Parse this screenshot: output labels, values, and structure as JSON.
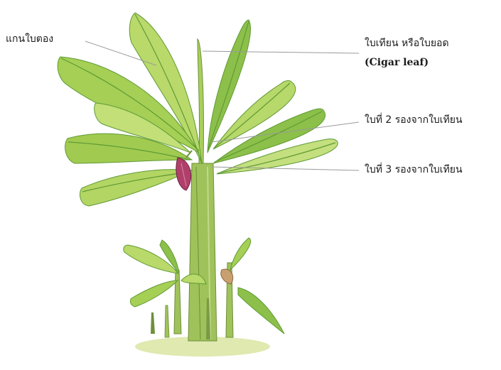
{
  "labels": {
    "midrib": "แกนใบตอง",
    "cigar_leaf_th": "ใบเทียน หรือใบยอด",
    "cigar_leaf_en": "(Cigar leaf)",
    "second_leaf": "ใบที่ 2 รองจากใบเทียน",
    "third_leaf": "ใบที่ 3 รองจากใบเทียน"
  },
  "colors": {
    "leaf_light": "#b9d96a",
    "leaf_mid": "#8cc04a",
    "leaf_dark": "#5f9a35",
    "stem": "#9fc25a",
    "stem_dark": "#6f8f3a",
    "bud": "#b0406a",
    "ground": "#dfe9b0",
    "leader_line": "#9a9a9a"
  }
}
